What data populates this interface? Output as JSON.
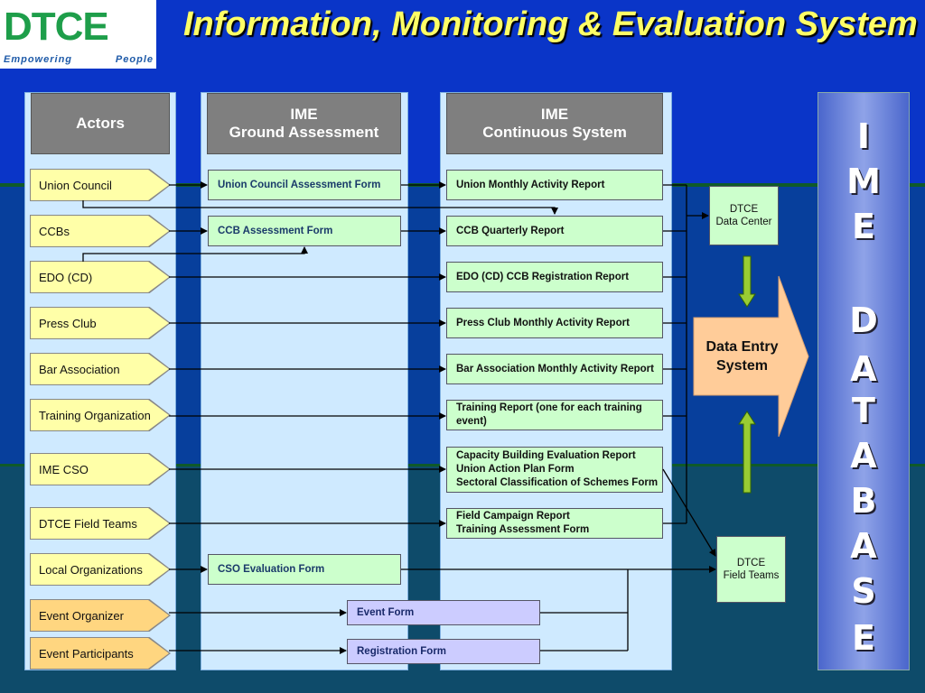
{
  "title": "Information, Monitoring & Evaluation System",
  "logo": {
    "text": "DTCE",
    "tagline_left": "Empowering",
    "tagline_right": "People"
  },
  "headers": {
    "actors": "Actors",
    "ground_line1": "IME",
    "ground_line2": "Ground Assessment",
    "continuous_line1": "IME",
    "continuous_line2": "Continuous System"
  },
  "actors": [
    "Union Council",
    "CCBs",
    "EDO (CD)",
    "Press Club",
    "Bar Association",
    "Training Organization",
    "IME CSO",
    "DTCE Field Teams",
    "Local Organizations",
    "Event Organizer",
    "Event Participants"
  ],
  "ground_forms": [
    "Union Council Assessment Form",
    "CCB Assessment Form",
    "CSO Evaluation Form"
  ],
  "continuous_reports": [
    [
      "Union Monthly Activity Report"
    ],
    [
      "CCB Quarterly Report"
    ],
    [
      "EDO (CD) CCB Registration Report"
    ],
    [
      "Press Club Monthly Activity Report"
    ],
    [
      "Bar Association Monthly Activity Report"
    ],
    [
      "Training Report (one for each training event)"
    ],
    [
      "Capacity Building Evaluation Report",
      "Union Action Plan Form",
      "Sectoral Classification of Schemes Form"
    ],
    [
      "Field Campaign Report",
      "Training Assessment Form"
    ]
  ],
  "event_forms": [
    "Event Form",
    "Registration Form"
  ],
  "data_center": {
    "line1": "DTCE",
    "line2": "Data Center"
  },
  "field_teams": {
    "line1": "DTCE",
    "line2": "Field Teams"
  },
  "data_entry": {
    "line1": "Data Entry",
    "line2": "System"
  },
  "database_letters": [
    "I",
    "M",
    "E",
    "D",
    "A",
    "T",
    "A",
    "B",
    "A",
    "S",
    "E"
  ],
  "colors": {
    "title": "#ffff66",
    "actor": "#ffffa8",
    "event_actor": "#ffd680",
    "report": "#ccffcc",
    "event_form": "#ccccff",
    "arrow_green": "#99cc33",
    "data_entry": "#ffcc99"
  }
}
